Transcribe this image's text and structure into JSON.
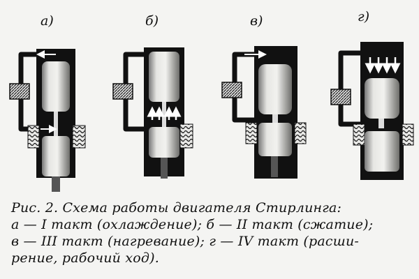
{
  "panels": [
    {
      "label": "а)",
      "stage": "cooling"
    },
    {
      "label": "б)",
      "stage": "compression"
    },
    {
      "label": "в)",
      "stage": "heating"
    },
    {
      "label": "г)",
      "stage": "expansion"
    }
  ],
  "caption": {
    "line1": "Рис. 2. Схема работы двигателя Стирлинга:",
    "line2": "а — I такт (охлаждение); б — II такт (сжатие);",
    "line3": "в — III такт (нагревание); г — IV такт (расши-",
    "line4": "рение, рабочий ход)."
  },
  "colors": {
    "ink": "#111111",
    "paper": "#f4f4f2",
    "piston_light": "#d9d9d6",
    "piston_mid": "#9a9a96"
  },
  "icons": [
    "arrow-up-icon",
    "arrow-down-icon",
    "arrow-right-icon"
  ]
}
